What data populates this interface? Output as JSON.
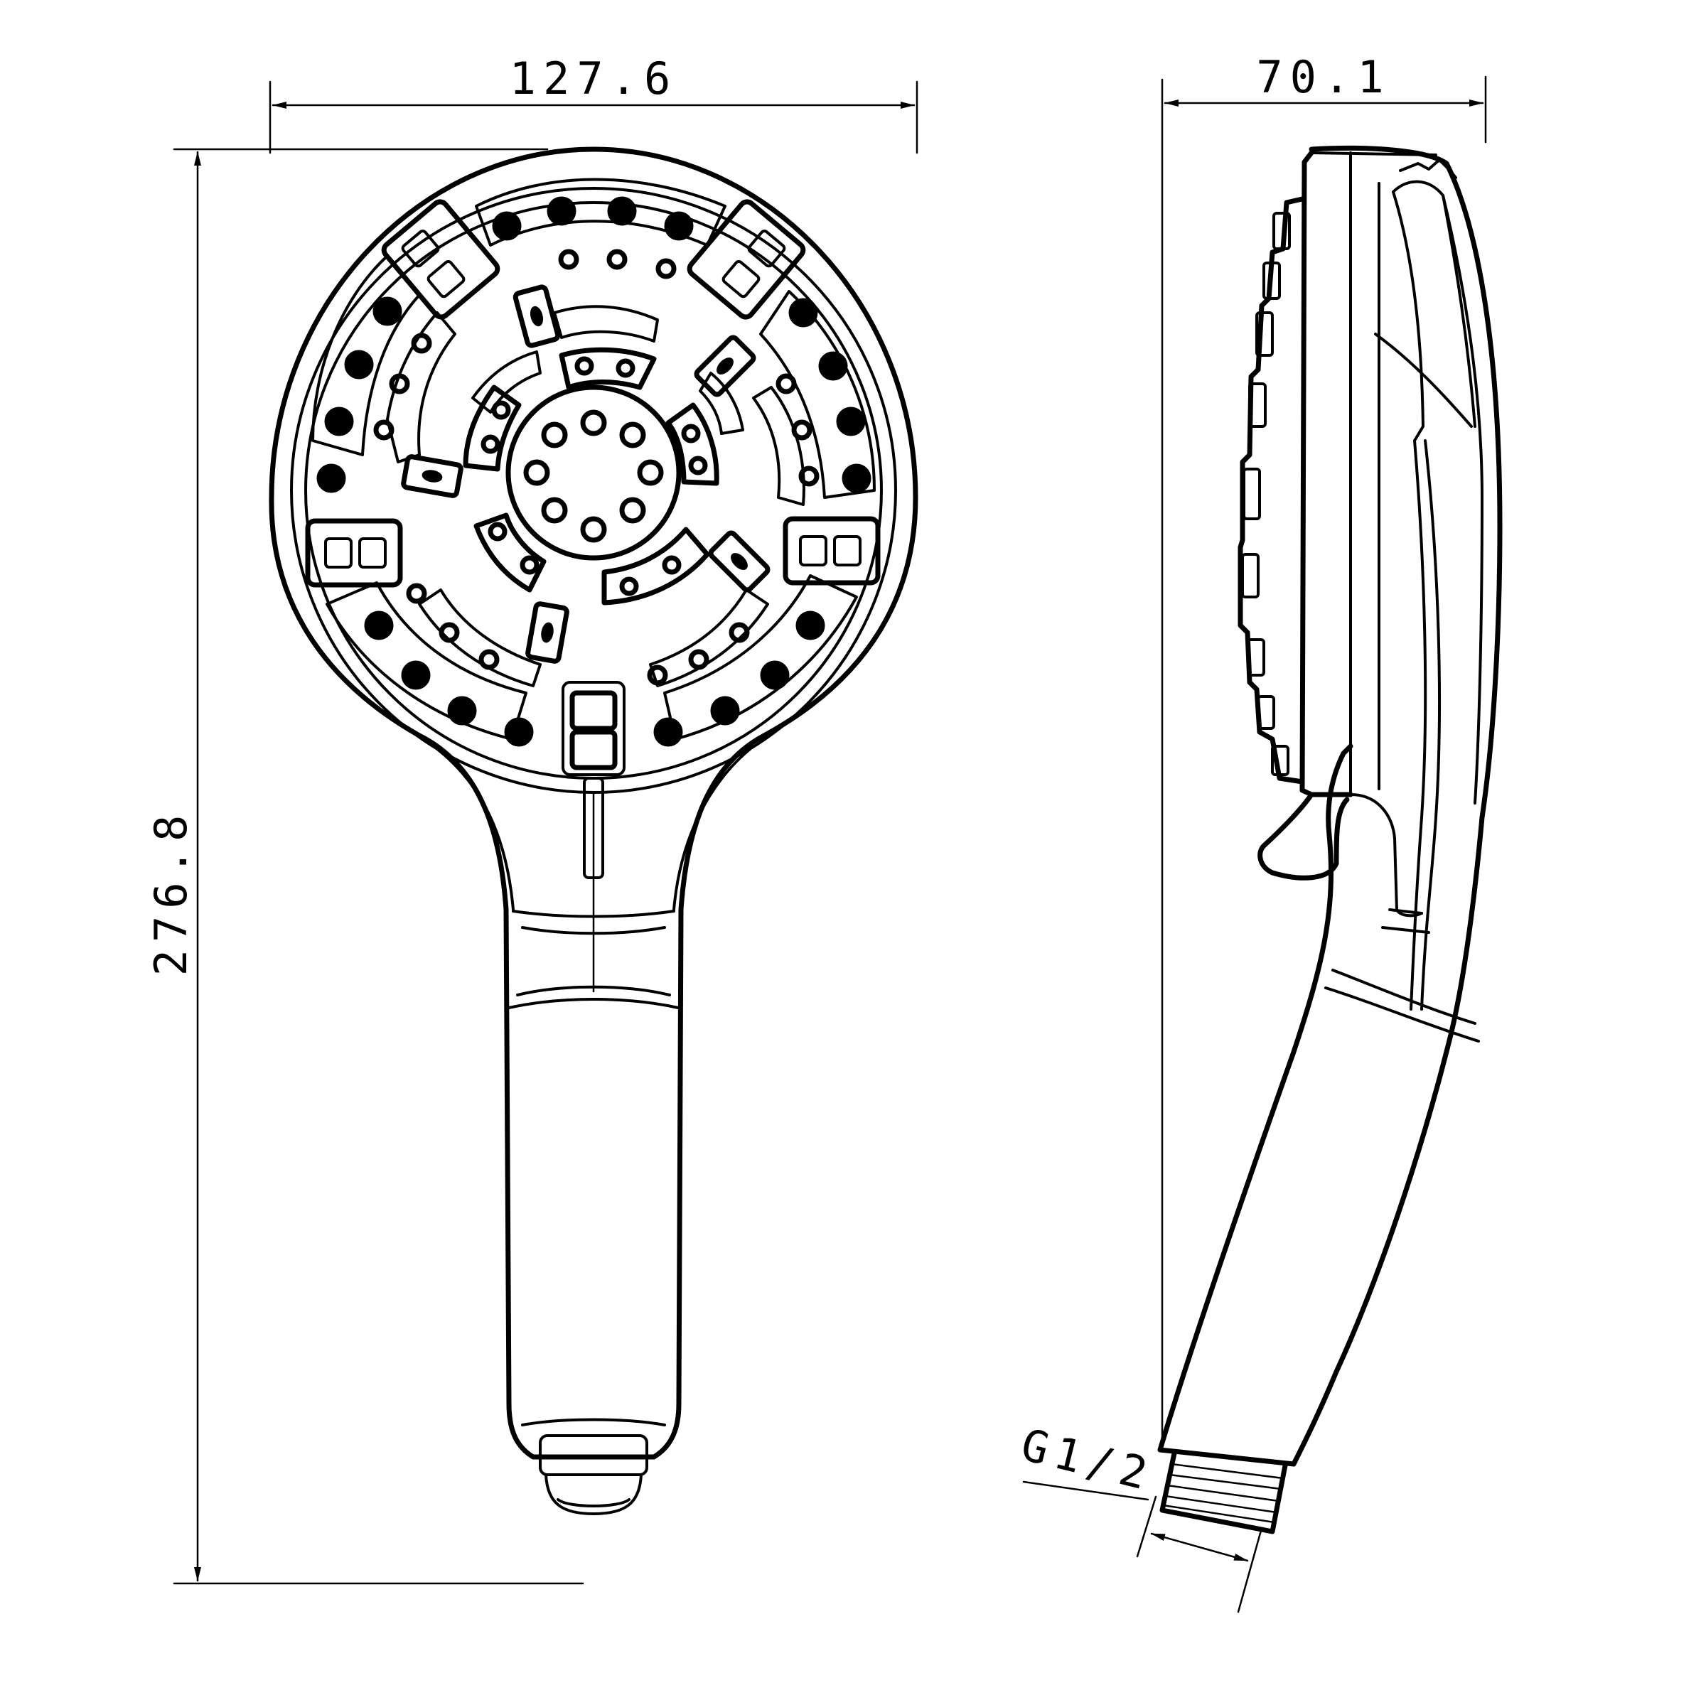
{
  "dimensions": {
    "width_front": "127.6",
    "height_total": "276.8",
    "depth_side": "70.1",
    "thread": "G1/2"
  },
  "colors": {
    "line": "#000000",
    "background": "#ffffff"
  }
}
